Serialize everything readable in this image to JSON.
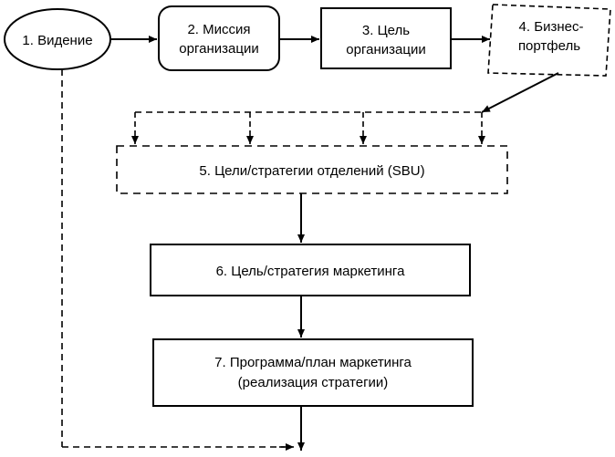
{
  "nodes": {
    "vision": {
      "lines": [
        "1. Видение"
      ]
    },
    "mission": {
      "lines": [
        "2. Миссия",
        "организации"
      ]
    },
    "goal": {
      "lines": [
        "3. Цель",
        "организации"
      ]
    },
    "portfolio": {
      "lines": [
        "4. Бизнес-",
        "портфель"
      ]
    },
    "sbu": {
      "lines": [
        "5. Цели/стратегии отделений (SBU)"
      ]
    },
    "marketing_goal": {
      "lines": [
        "6. Цель/стратегия маркетинга"
      ]
    },
    "marketing_plan": {
      "lines": [
        "7. Программа/план маркетинга",
        "(реализация стратегии)"
      ]
    }
  }
}
